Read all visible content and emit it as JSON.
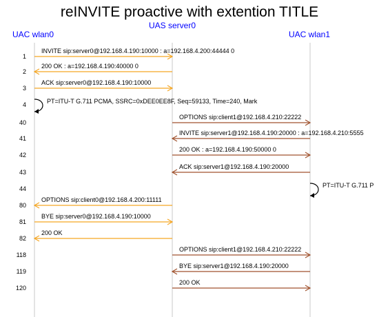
{
  "title": "reINVITE proactive with extention TITLE",
  "endpoints": [
    {
      "label": "UAC wlan0"
    },
    {
      "label": "UAS server0"
    },
    {
      "label": "UAC wlan1"
    }
  ],
  "colors": {
    "lifeline": "#c8c8c8",
    "left_pair": "#f5a623",
    "right_pair": "#a0522d",
    "endpoint_label": "#0000ff"
  },
  "messages": [
    {
      "num": "1",
      "text": "INVITE sip:server0@192.168.4.190:10000 : a=192.168.4.200:44444 0",
      "from": 0,
      "to": 1,
      "pair": "left_pair"
    },
    {
      "num": "2",
      "text": "200 OK : a=192.168.4.190:40000 0",
      "from": 1,
      "to": 0,
      "pair": "left_pair"
    },
    {
      "num": "3",
      "text": "ACK sip:server0@192.168.4.190:10000",
      "from": 0,
      "to": 1,
      "pair": "left_pair"
    },
    {
      "num": "4",
      "text": "PT=ITU-T G.711 PCMA, SSRC=0xDEE0EE8F, Seq=59133, Time=240, Mark",
      "from": 0,
      "to": 0,
      "pair": "self"
    },
    {
      "num": "40",
      "text": "OPTIONS sip:client1@192.168.4.210:22222",
      "from": 1,
      "to": 2,
      "pair": "right_pair"
    },
    {
      "num": "41",
      "text": "INVITE sip:server1@192.168.4.190:20000 : a=192.168.4.210:5555",
      "from": 2,
      "to": 1,
      "pair": "right_pair"
    },
    {
      "num": "42",
      "text": "200 OK : a=192.168.4.190:50000 0",
      "from": 1,
      "to": 2,
      "pair": "right_pair"
    },
    {
      "num": "43",
      "text": "ACK sip:server1@192.168.4.190:20000",
      "from": 2,
      "to": 1,
      "pair": "right_pair"
    },
    {
      "num": "44",
      "text": "PT=ITU-T G.711 P",
      "from": 2,
      "to": 2,
      "pair": "self"
    },
    {
      "num": "80",
      "text": "OPTIONS sip:client0@192.168.4.200:11111",
      "from": 1,
      "to": 0,
      "pair": "left_pair"
    },
    {
      "num": "81",
      "text": "BYE sip:server0@192.168.4.190:10000",
      "from": 0,
      "to": 1,
      "pair": "left_pair"
    },
    {
      "num": "82",
      "text": "200 OK",
      "from": 1,
      "to": 0,
      "pair": "left_pair"
    },
    {
      "num": "118",
      "text": "OPTIONS sip:client1@192.168.4.210:22222",
      "from": 1,
      "to": 2,
      "pair": "right_pair"
    },
    {
      "num": "119",
      "text": "BYE sip:server1@192.168.4.190:20000",
      "from": 2,
      "to": 1,
      "pair": "right_pair"
    },
    {
      "num": "120",
      "text": "200 OK",
      "from": 1,
      "to": 2,
      "pair": "right_pair"
    }
  ]
}
